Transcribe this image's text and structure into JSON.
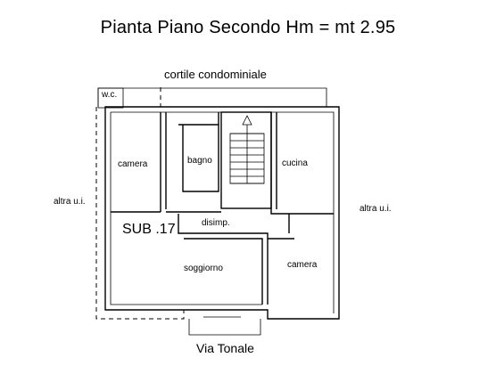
{
  "title": "Pianta Piano Secondo Hm = mt 2.95",
  "labels": {
    "cortile": "cortile condominiale",
    "wc": "w.c.",
    "camera_left": "camera",
    "bagno": "bagno",
    "cucina": "cucina",
    "altra_left": "altra u.i.",
    "altra_right": "altra u.i.",
    "sub": "SUB .17",
    "disimp": "disimp.",
    "soggiorno": "soggiorno",
    "camera_right": "camera",
    "via": "Via Tonale"
  }
}
